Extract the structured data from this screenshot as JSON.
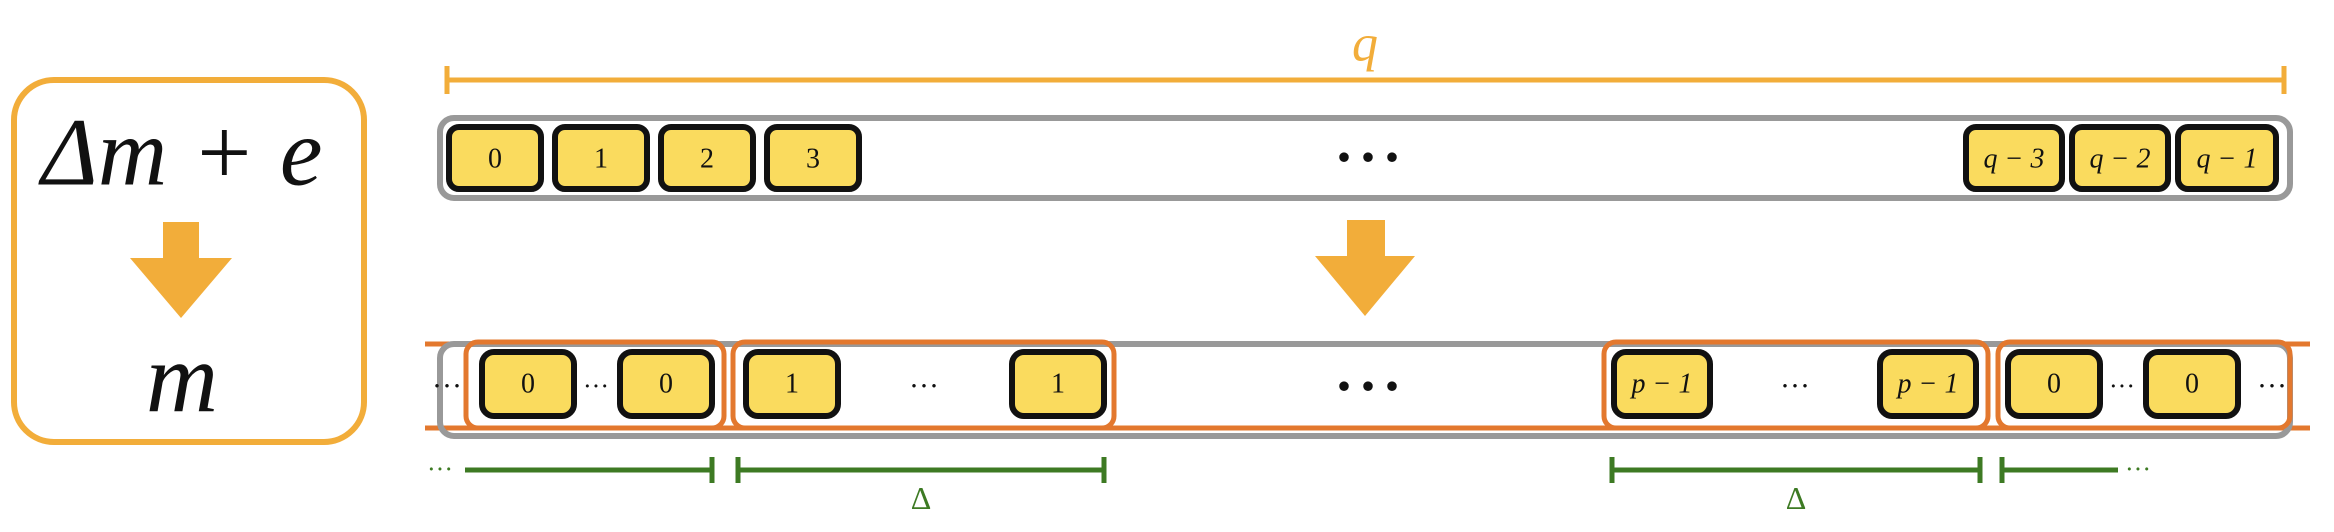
{
  "colors": {
    "accent_orange": "#f2ad3a",
    "group_orange": "#e3782e",
    "measure_green": "#3d7a23",
    "cell_fill": "#fadb5e",
    "outline_gray": "#999999"
  },
  "legend": {
    "top_expr": "Δm + e",
    "bottom_expr": "m",
    "arrow_icon": "down-arrow-icon"
  },
  "top_row": {
    "span_label": "q",
    "left_cells": [
      "0",
      "1",
      "2",
      "3"
    ],
    "right_cells": [
      "q − 3",
      "q − 2",
      "q − 1"
    ],
    "ellipsis": "• • •"
  },
  "bottom_row": {
    "outer_dots": "···",
    "groups": [
      {
        "left": "0",
        "mid": "···",
        "right": "0"
      },
      {
        "left": "1",
        "mid": "···",
        "right": "1"
      },
      {
        "left": "p − 1",
        "mid": "···",
        "right": "p − 1"
      },
      {
        "left": "0",
        "mid": "···",
        "right": "0"
      }
    ],
    "ellipsis": "• • •"
  },
  "measures": {
    "delta_label": "Δ",
    "trail_dots": "···"
  }
}
